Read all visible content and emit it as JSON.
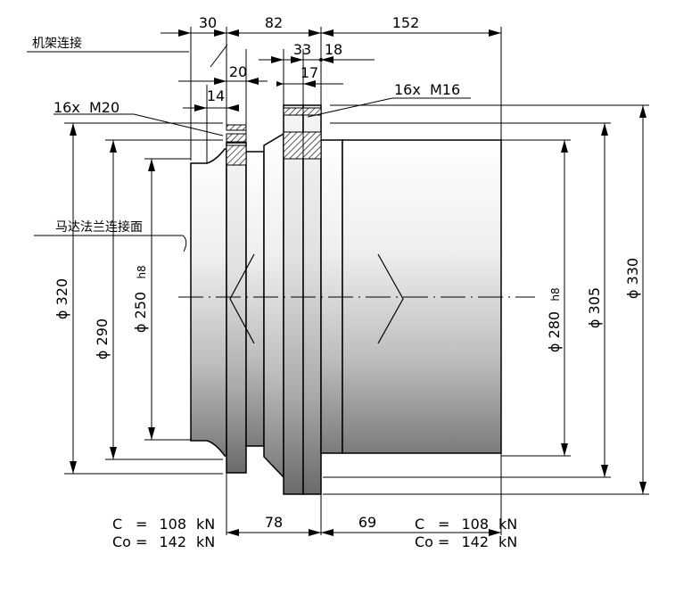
{
  "labels": {
    "frame_connection": "机架连接",
    "motor_flange_face": "马达法兰连接面",
    "bolts_left": "16x  M20",
    "bolts_right": "16x  M16"
  },
  "dims_top": {
    "d30": "30",
    "d82": "82",
    "d152": "152",
    "d33": "33",
    "d18": "18",
    "d20": "20",
    "d17": "17",
    "d14": "14"
  },
  "dims_bottom": {
    "d78": "78",
    "d69": "69"
  },
  "diameters": {
    "d320": "ϕ 320",
    "d290": "ϕ 290",
    "d250": "ϕ 250",
    "d250_tol": "h8",
    "d280": "ϕ 280",
    "d280_tol": "h8",
    "d305": "ϕ 305",
    "d330": "ϕ 330"
  },
  "loads_left": {
    "c_label": "C",
    "c_eq": "=",
    "c_value": "108",
    "c_unit": "kN",
    "co_label": "Co",
    "co_eq": "=",
    "co_value": "142",
    "co_unit": "kN"
  },
  "loads_right": {
    "c_label": "C",
    "c_eq": "=",
    "c_value": "108",
    "c_unit": "kN",
    "co_label": "Co",
    "co_eq": "=",
    "co_value": "142",
    "co_unit": "kN"
  }
}
